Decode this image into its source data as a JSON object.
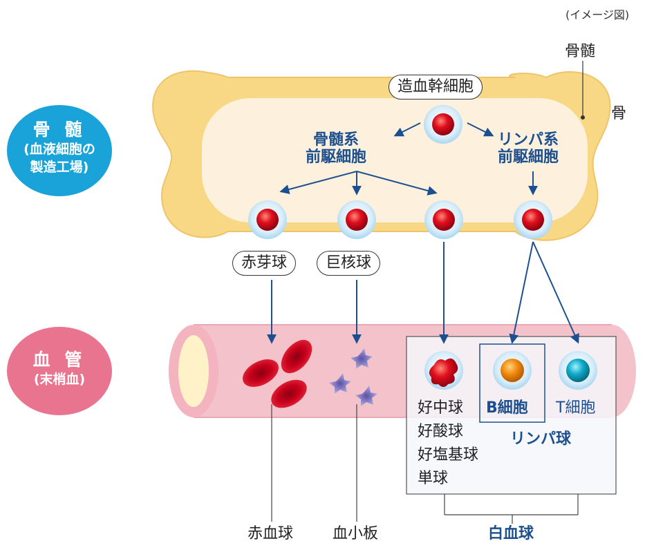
{
  "note": "(イメージ図)",
  "labels": {
    "bone_marrow_top": "骨髄",
    "bone": "骨",
    "stem_cell": "造血幹細胞",
    "myeloid_line1": "骨髄系",
    "myeloid_line2": "前駆細胞",
    "lymphoid_line1": "リンパ系",
    "lymphoid_line2": "前駆細胞",
    "erythroblast": "赤芽球",
    "megakaryocyte": "巨核球",
    "granulocytes": [
      "好中球",
      "好酸球",
      "好塩基球",
      "単球"
    ],
    "b_cell": "B細胞",
    "t_cell": "T細胞",
    "lymphocyte": "リンパ球",
    "red_blood_cell": "赤血球",
    "platelet": "血小板",
    "white_blood_cell": "白血球"
  },
  "side_circles": {
    "marrow": {
      "title": "骨 髄",
      "sub1": "(血液細胞の",
      "sub2": "製造工場)"
    },
    "vessel": {
      "title": "血 管",
      "sub1": "(末梢血)"
    }
  },
  "colors": {
    "bone": "#f7d98a",
    "bone_inner": "#fdf1dc",
    "vessel": "#f4c7cf",
    "marrow_circle": "#1aa3d8",
    "vessel_circle": "#e9748f",
    "accent_blue": "#1c4f8f",
    "cell_red": "#d6001c"
  },
  "icons": [
    "stem-cell-icon",
    "red-blood-cell-icon",
    "platelet-icon",
    "neutrophil-icon",
    "b-cell-icon",
    "t-cell-icon"
  ]
}
